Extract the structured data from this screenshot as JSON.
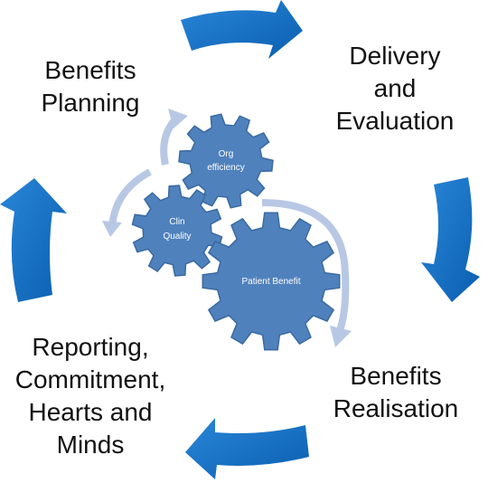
{
  "stages": {
    "planning": "Benefits\nPlanning",
    "delivery": "Delivery\nand\nEvaluation",
    "realisation": "Benefits\nRealisation",
    "reporting": "Reporting,\nCommitment,\nHearts and\nMinds"
  },
  "gears": {
    "org_line1": "Org",
    "org_line2": "efficiency",
    "clin_line1": "Clin",
    "clin_line2": "Quality",
    "patient": "Patient Benefit"
  },
  "colors": {
    "cycle_arrow": "#0f6dc4",
    "gear_fill": "#4f81bd",
    "gear_stroke": "#3a6aa0",
    "light_arrow": "#b8c8e4",
    "text": "#111111"
  }
}
